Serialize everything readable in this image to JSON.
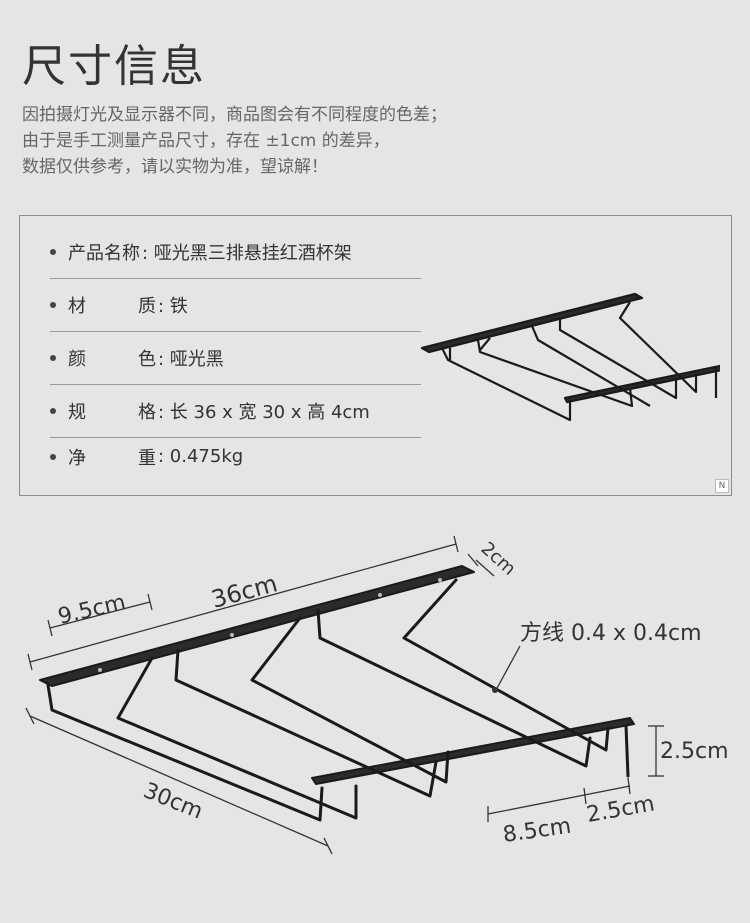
{
  "title": "尺寸信息",
  "notice_lines": [
    "因拍摄灯光及显示器不同，商品图会有不同程度的色差；",
    "由于是手工测量产品尺寸，存在 ±1cm 的差异，",
    "数据仅供参考，请以实物为准，望谅解！"
  ],
  "specs": [
    {
      "label": "产品名称",
      "value": ": 哑光黑三排悬挂红酒杯架"
    },
    {
      "label_chars": [
        "材",
        "质"
      ],
      "value": ": 铁"
    },
    {
      "label_chars": [
        "颜",
        "色"
      ],
      "value": ": 哑光黑"
    },
    {
      "label_chars": [
        "规",
        "格"
      ],
      "value": ": 长 36 x 宽 30 x 高 4cm"
    },
    {
      "label_chars": [
        "净",
        "重"
      ],
      "value": ": 0.475kg"
    }
  ],
  "badge": "N",
  "dimensions": {
    "length": "36cm",
    "end_width": "2cm",
    "hook_spacing": "9.5cm",
    "depth": "30cm",
    "wire": "方线 0.4 x 0.4cm",
    "height": "2.5cm",
    "front_spacing": "8.5cm",
    "front_gap": "2.5cm"
  },
  "colors": {
    "background": "#e4e5e7",
    "rack": "#1a1a1a",
    "text": "#333333"
  }
}
